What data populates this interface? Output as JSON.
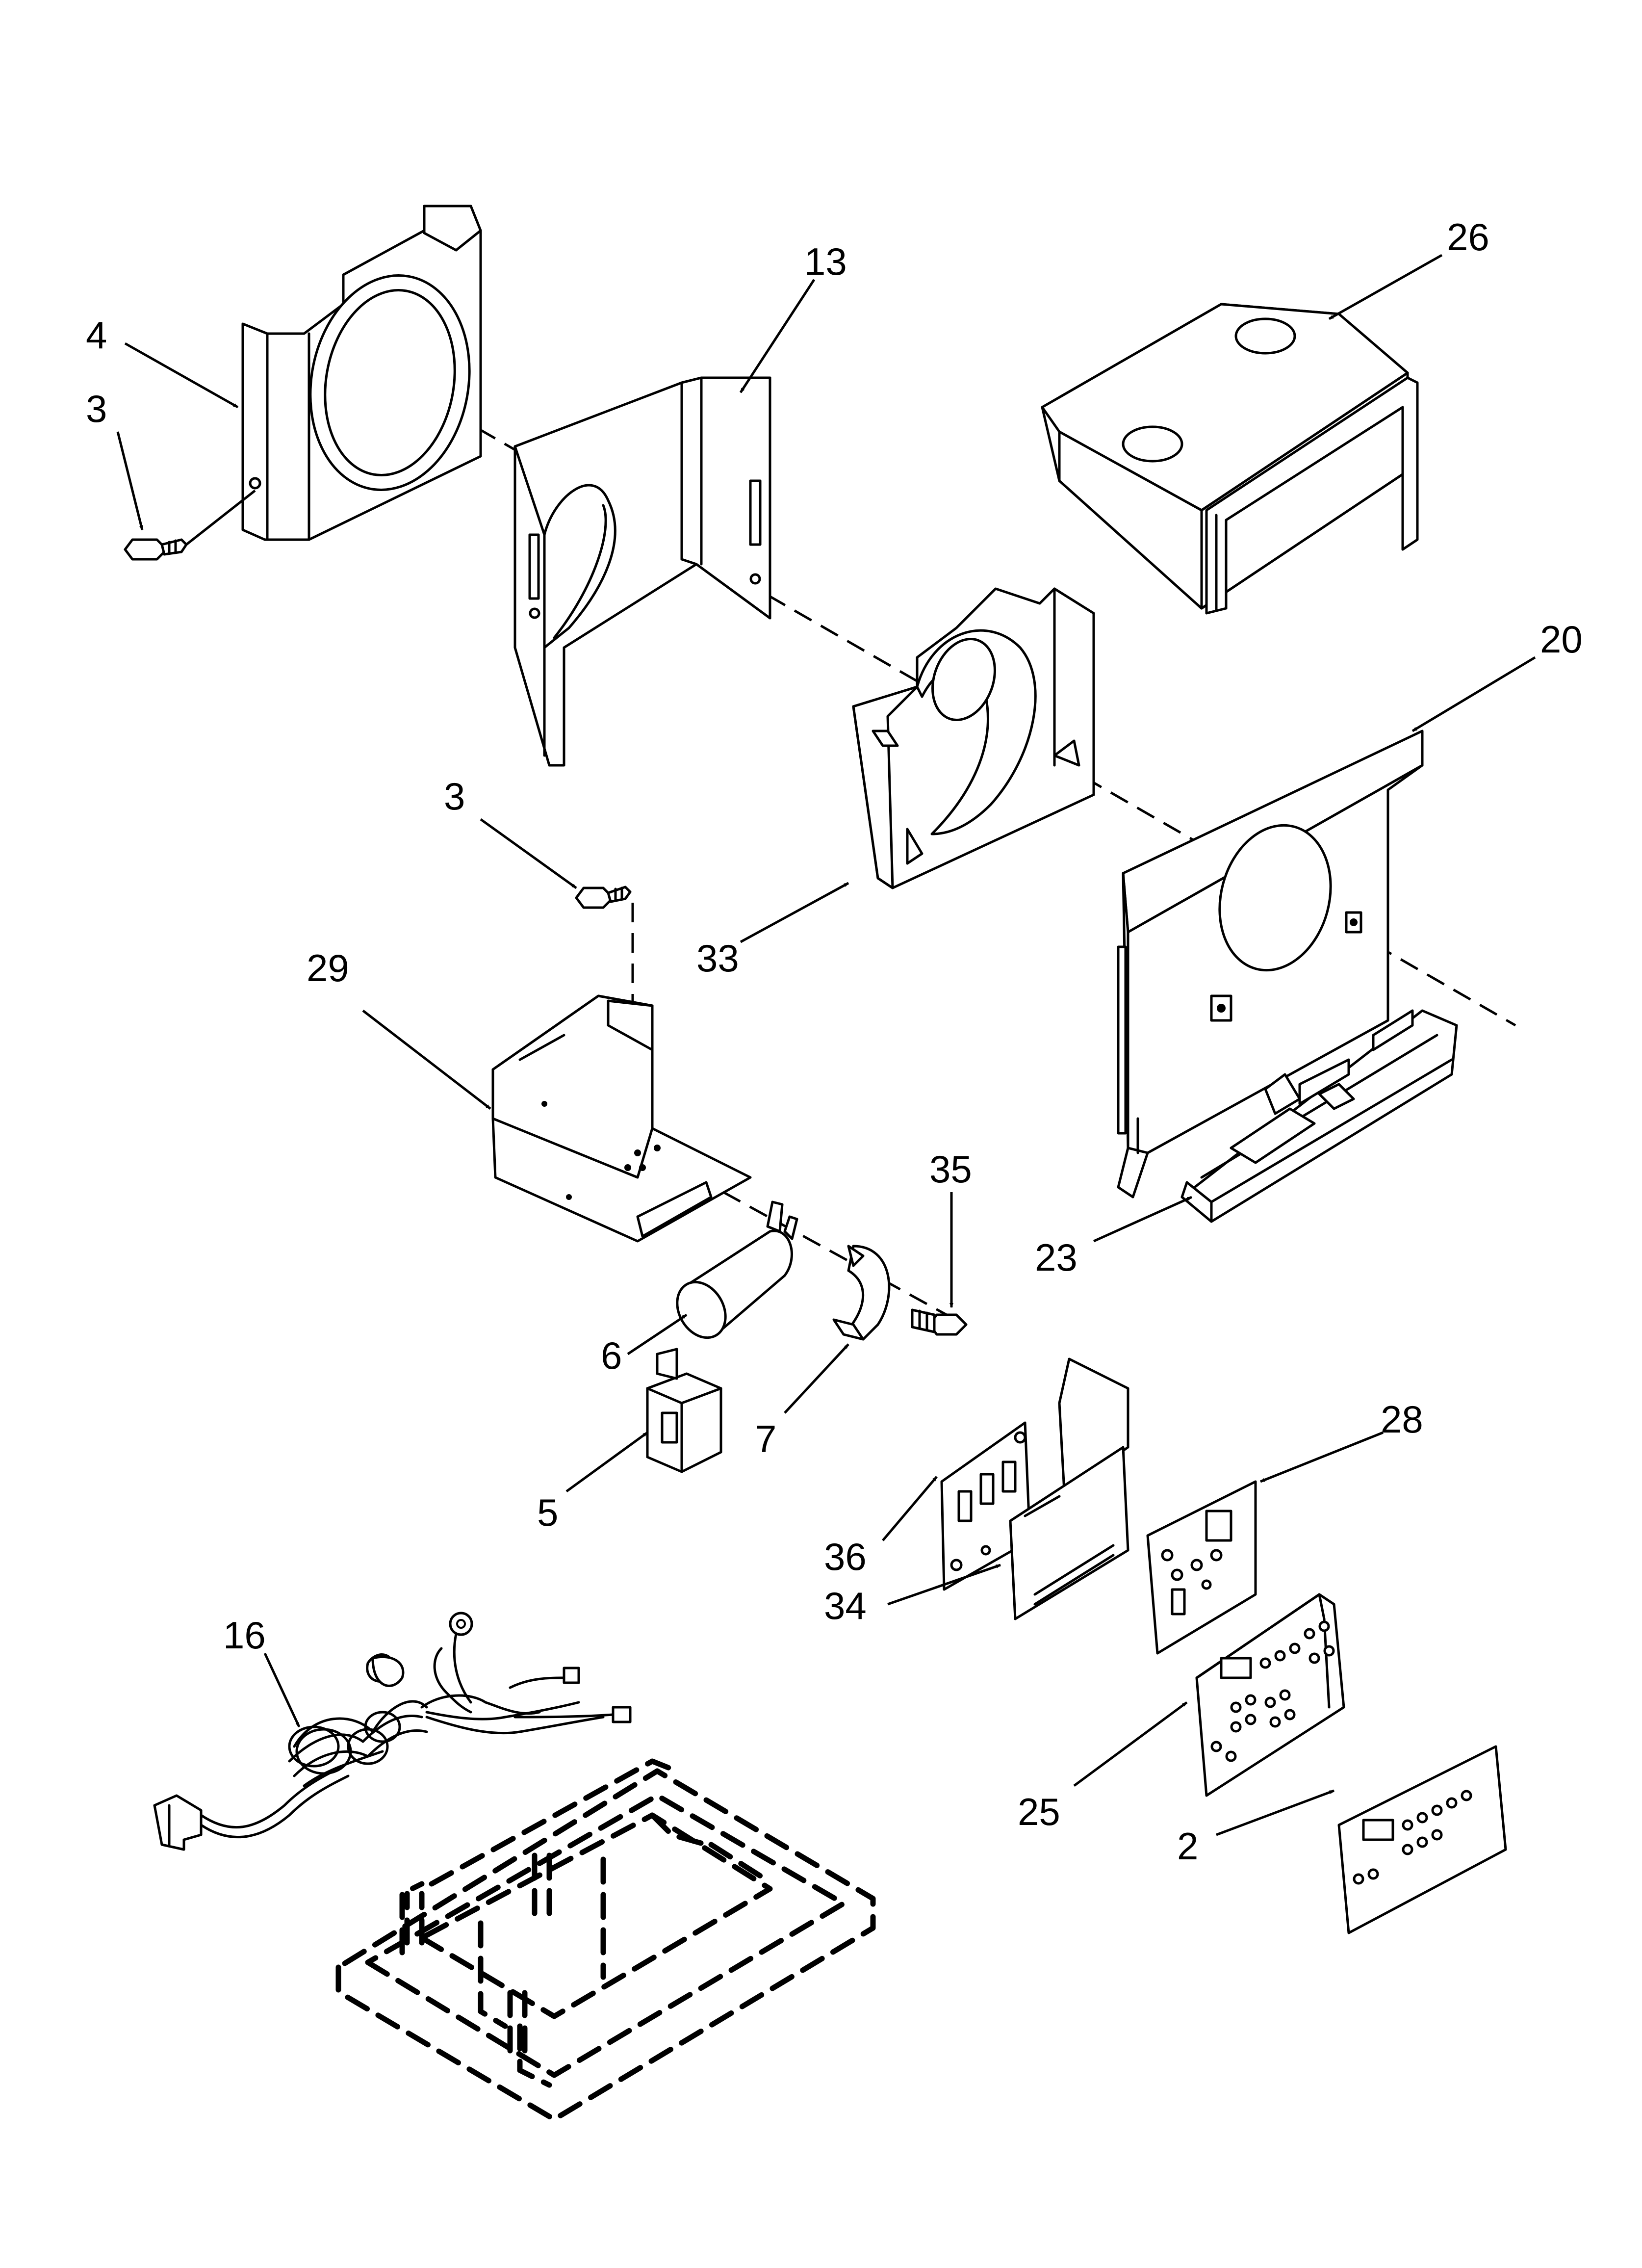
{
  "callouts": [
    {
      "id": "c-4",
      "label": "4"
    },
    {
      "id": "c-3a",
      "label": "3"
    },
    {
      "id": "c-13",
      "label": "13"
    },
    {
      "id": "c-26",
      "label": "26"
    },
    {
      "id": "c-20",
      "label": "20"
    },
    {
      "id": "c-3b",
      "label": "3"
    },
    {
      "id": "c-33",
      "label": "33"
    },
    {
      "id": "c-29",
      "label": "29"
    },
    {
      "id": "c-35",
      "label": "35"
    },
    {
      "id": "c-23",
      "label": "23"
    },
    {
      "id": "c-6",
      "label": "6"
    },
    {
      "id": "c-7",
      "label": "7"
    },
    {
      "id": "c-5",
      "label": "5"
    },
    {
      "id": "c-28",
      "label": "28"
    },
    {
      "id": "c-36",
      "label": "36"
    },
    {
      "id": "c-34",
      "label": "34"
    },
    {
      "id": "c-16",
      "label": "16"
    },
    {
      "id": "c-25",
      "label": "25"
    },
    {
      "id": "c-2",
      "label": "2"
    }
  ]
}
